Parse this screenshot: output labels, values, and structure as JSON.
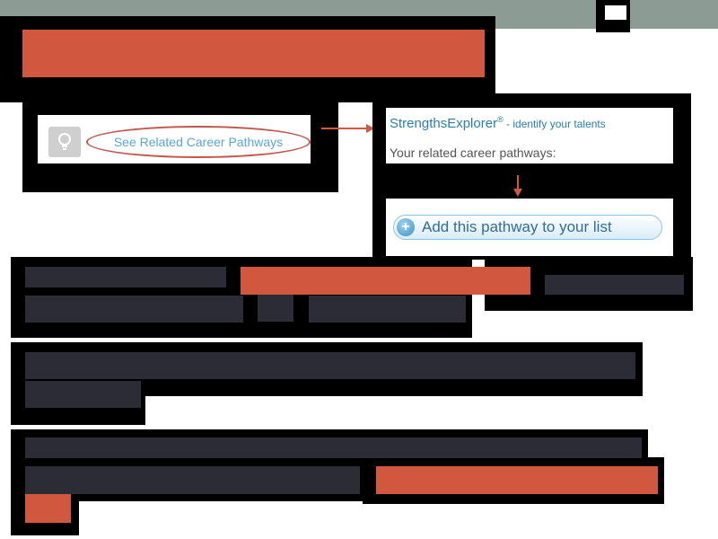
{
  "header": {
    "background_color": "#8c9b93"
  },
  "career_link": {
    "icon": "lightbulb-icon",
    "label": "See Related Career Pathways"
  },
  "strengths_panel": {
    "brand": "StrengthsExplorer",
    "registered_mark": "®",
    "tagline": " - identify your talents",
    "related_label": "Your related career pathways:"
  },
  "add_pathway": {
    "icon": "plus-circle-icon",
    "label": "Add this pathway to your list"
  },
  "colors": {
    "accent": "#d2573f",
    "link": "#5aa6d8",
    "brand_text": "#2a7fa8",
    "redaction_bar": "#2b2c35"
  }
}
